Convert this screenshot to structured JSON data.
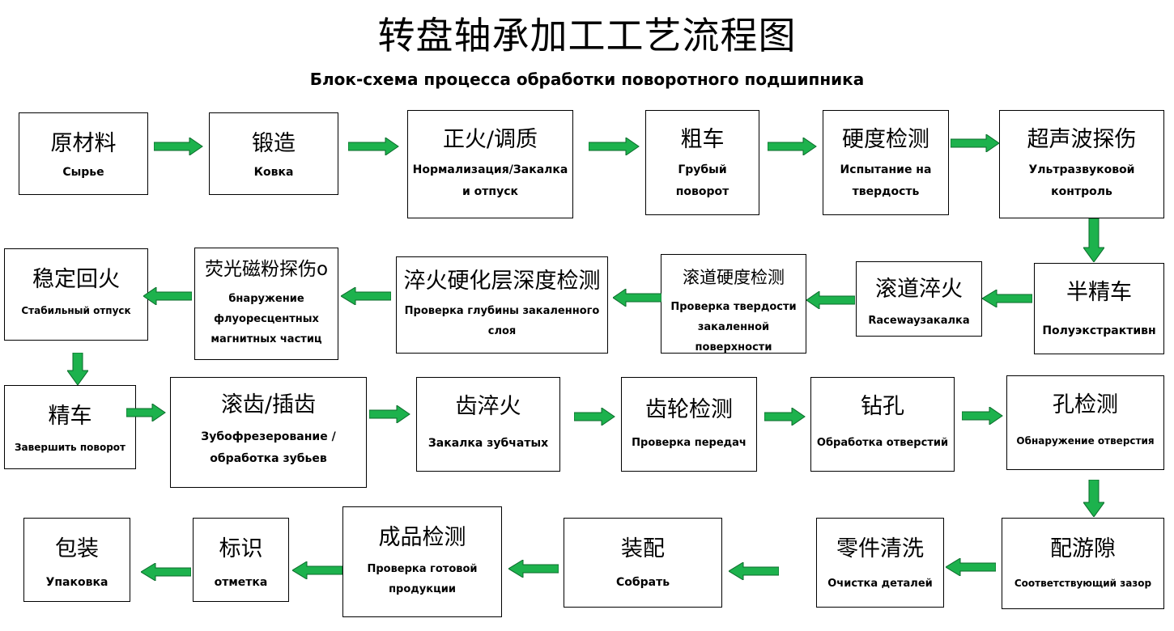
{
  "title": "转盘轴承加工工艺流程图",
  "subtitle": "Блок-схема процесса обработки поворотного подшипника",
  "steps": [
    {
      "zh": "原材料",
      "ru": "Сырье"
    },
    {
      "zh": "锻造",
      "ru": "Ковка"
    },
    {
      "zh": "正火/调质",
      "ru": "Нормализация/Закалка и отпуск"
    },
    {
      "zh": "粗车",
      "ru": "Грубый поворот"
    },
    {
      "zh": "硬度检测",
      "ru": "Испытание на твердость"
    },
    {
      "zh": "超声波探伤",
      "ru": "Ультразвуковой контроль"
    },
    {
      "zh": "半精车",
      "ru": "Полуэкстрактивн"
    },
    {
      "zh": "滚道淬火",
      "ru": "Racewayзакалка"
    },
    {
      "zh": "滚道硬度检测",
      "ru": "Проверка твердости закаленной поверхности"
    },
    {
      "zh": "淬火硬化层深度检测",
      "ru": "Проверка глубины закаленного слоя"
    },
    {
      "zh": "荧光磁粉探伤o",
      "ru": "бнаружение флуоресцентных магнитных частиц"
    },
    {
      "zh": "稳定回火",
      "ru": "Стабильный отпуск"
    },
    {
      "zh": "精车",
      "ru": "Завершить поворот"
    },
    {
      "zh": "滚齿/插齿",
      "ru": "Зубофрезерование /обработка зубьев"
    },
    {
      "zh": "齿淬火",
      "ru": "Закалка зубчатых"
    },
    {
      "zh": "齿轮检测",
      "ru": "Проверка передач"
    },
    {
      "zh": "钻孔",
      "ru": "Обработка отверстий"
    },
    {
      "zh": "孔检测",
      "ru": "Обнаружение отверстия"
    },
    {
      "zh": "配游隙",
      "ru": "Соответствующий зазор"
    },
    {
      "zh": "零件清洗",
      "ru": "Очистка деталей"
    },
    {
      "zh": "装配",
      "ru": "Собрать"
    },
    {
      "zh": "成品检测",
      "ru": "Проверка готовой продукции"
    },
    {
      "zh": "标识",
      "ru": "отметка"
    },
    {
      "zh": "包装",
      "ru": "Упаковка"
    }
  ],
  "colors": {
    "arrow_fill": "#1db24d",
    "arrow_stroke": "#0a6b2a",
    "border": "#000000"
  }
}
